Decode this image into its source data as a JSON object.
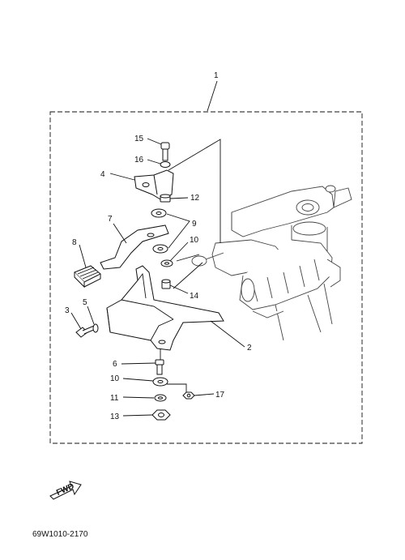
{
  "diagram_code": "69W1010-2170",
  "fwd_label": "FWD",
  "callouts": {
    "c1": "1",
    "c2": "2",
    "c3": "3",
    "c4": "4",
    "c5": "5",
    "c6": "6",
    "c7": "7",
    "c8": "8",
    "c9": "9",
    "c10a": "10",
    "c10b": "10",
    "c11": "11",
    "c12": "12",
    "c13": "13",
    "c14": "14",
    "c15": "15",
    "c16": "16",
    "c17": "17"
  }
}
